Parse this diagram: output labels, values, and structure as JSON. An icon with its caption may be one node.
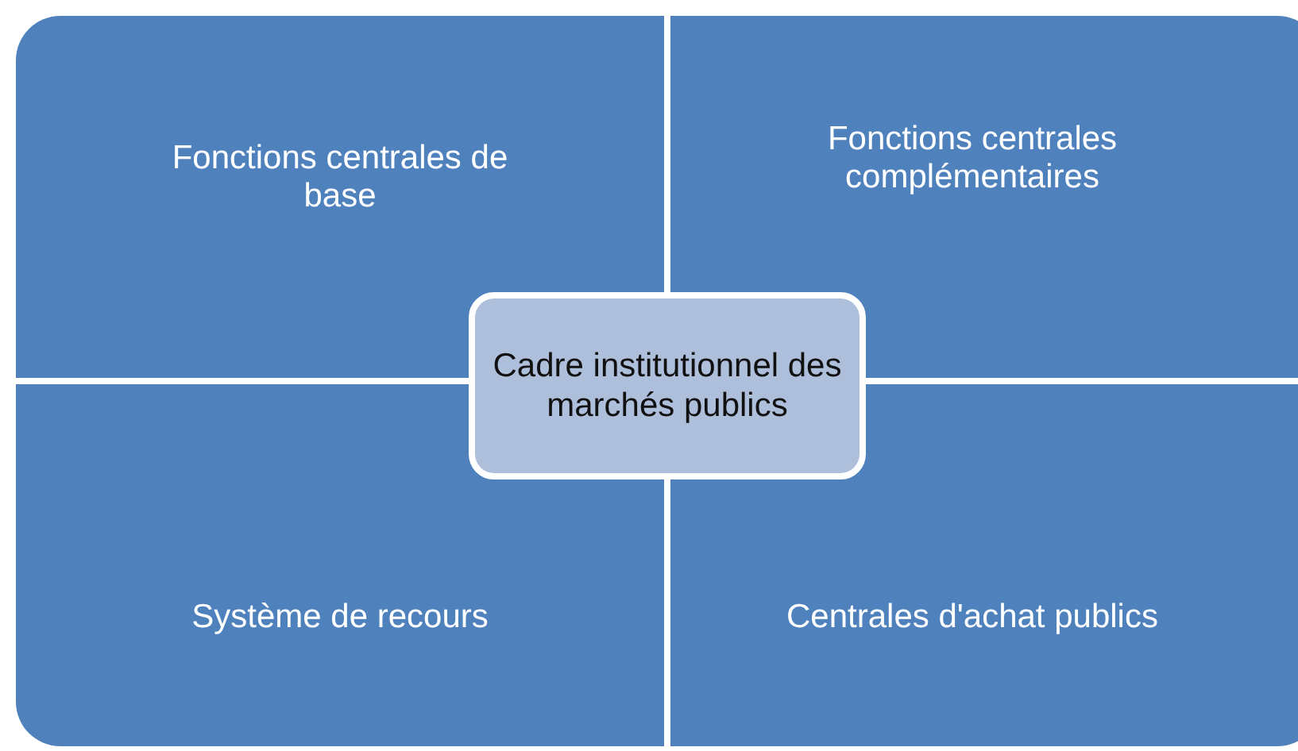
{
  "diagram": {
    "nodes": [
      {
        "text": [
          "Fonctions centrales de base"
        ]
      },
      {
        "text": [
          "Fonctions centrales complémentaires"
        ]
      },
      {
        "text": [
          "Cadre institutionnel des marchés publics"
        ]
      },
      {
        "text": [
          "Système de recours"
        ]
      },
      {
        "text": [
          "Centrales d'achat publics"
        ]
      }
    ]
  }
}
